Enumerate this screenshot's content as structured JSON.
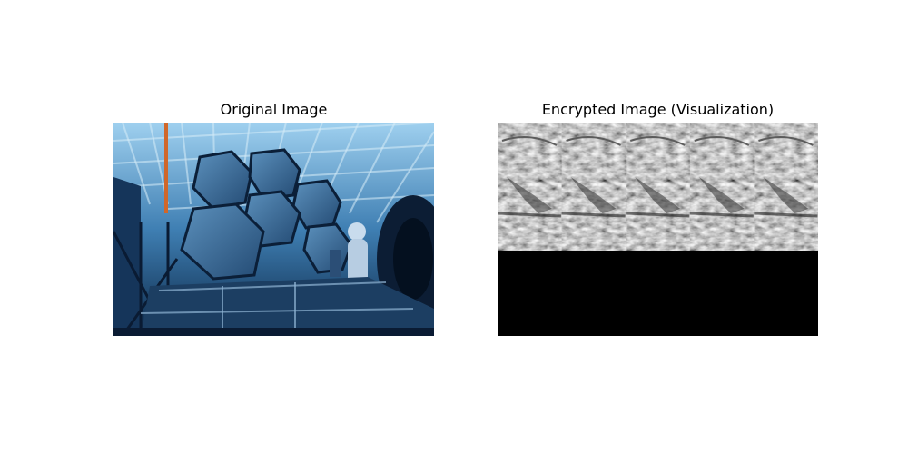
{
  "figure": {
    "left_title": "Original Image",
    "right_title": "Encrypted Image (Visualization)"
  },
  "original_image": {
    "icon": "space-telescope-mirror-photo",
    "colors": {
      "sky": "#6aa6d4",
      "mirror": "#3d6f9a",
      "structure": "#1c3e62",
      "frame": "#0a1b33"
    }
  },
  "encrypted_image": {
    "icon": "encrypted-noise-tiles",
    "tile_count": 5,
    "filled_fraction": 0.6,
    "colors": {
      "noise_light": "#9a9a9a",
      "noise_dark": "#3a3a3a",
      "padding": "#000000"
    }
  }
}
